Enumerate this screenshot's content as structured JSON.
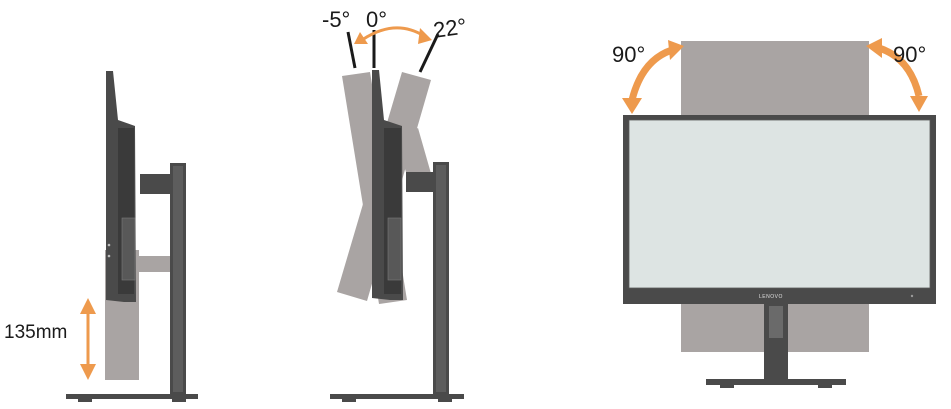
{
  "diagram": {
    "height_adjust": {
      "label": "135mm"
    },
    "tilt": {
      "forward_label": "-5°",
      "zero_label": "0°",
      "back_label": "22°"
    },
    "pivot": {
      "left_label": "90°",
      "right_label": "90°",
      "brand": "LENOVO"
    }
  },
  "colors": {
    "accent_arrow": "#ee9a4d",
    "monitor_dark": "#4a4a4a",
    "ghost_gray": "#a9a4a3",
    "screen_fill": "#dde4e3"
  }
}
